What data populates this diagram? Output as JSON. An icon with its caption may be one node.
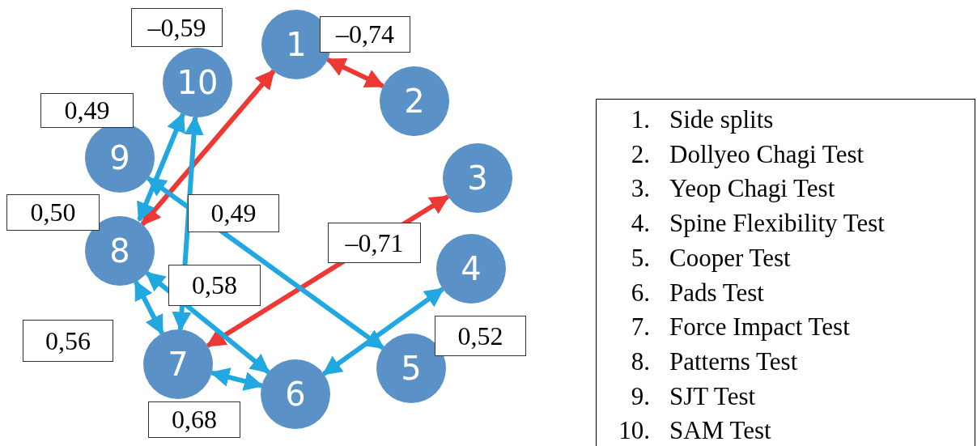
{
  "diagram": {
    "nodes": [
      {
        "text": [
          "1"
        ]
      },
      {
        "text": [
          "2"
        ]
      },
      {
        "text": [
          "3"
        ]
      },
      {
        "text": [
          "4"
        ]
      },
      {
        "text": [
          "5"
        ]
      },
      {
        "text": [
          "6"
        ]
      },
      {
        "text": [
          "7"
        ]
      },
      {
        "text": [
          "8"
        ]
      },
      {
        "text": [
          "9"
        ]
      },
      {
        "text": [
          "10"
        ]
      },
      {
        "text": [
          "1. Side splits",
          "2. Dollyeo Chagi Test",
          "3. Yeop Chagi Test",
          "4. Spine Flexibility Test",
          "5. Cooper Test",
          "6. Pads Test",
          "7. Force Impact Test",
          "8. Patterns Test",
          "9. SJT Test",
          "10. SAM Test"
        ]
      }
    ],
    "edges": [
      {
        "from": 0,
        "to": 1,
        "arrow": "both",
        "color": "#ee3833"
      },
      {
        "from": 7,
        "to": 0,
        "arrow": "both",
        "color": "#ee3833"
      },
      {
        "from": 6,
        "to": 2,
        "arrow": "both",
        "color": "#ee3833"
      },
      {
        "from": 7,
        "to": 9,
        "arrow": "both"
      },
      {
        "from": 6,
        "to": 9,
        "arrow": "both"
      },
      {
        "from": 8,
        "to": 4,
        "arrow": "both"
      },
      {
        "from": 7,
        "to": 6,
        "arrow": "both"
      },
      {
        "from": 7,
        "to": 5,
        "arrow": "both"
      },
      {
        "from": 6,
        "to": 5,
        "arrow": "both"
      },
      {
        "from": 5,
        "to": 3,
        "arrow": "both"
      }
    ],
    "labels": [
      "–0,59",
      "–0,74",
      "0,49",
      "0,50",
      "0,49",
      "–0,71",
      "0,58",
      "0,56",
      "0,52",
      "0,68"
    ]
  }
}
